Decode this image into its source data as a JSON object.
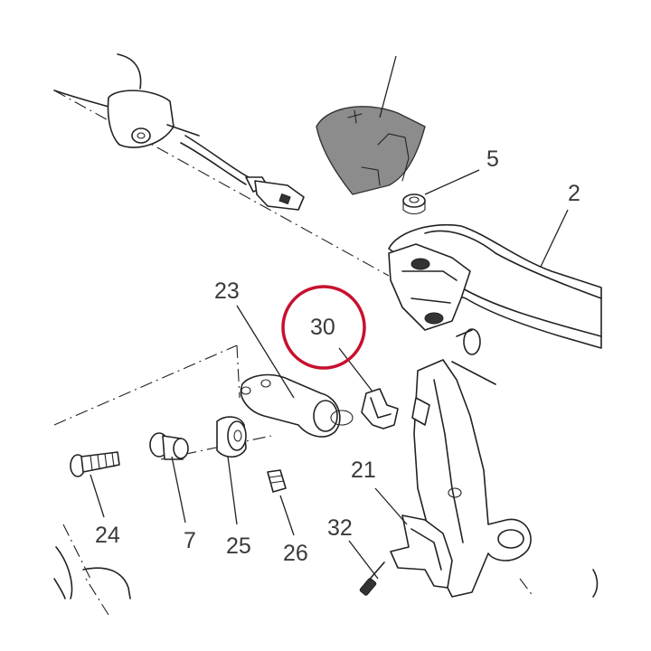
{
  "diagram": {
    "highlight_color": "#c8102e",
    "cover_color": "#8c8c8c",
    "labels": {
      "p2": "2",
      "p5": "5",
      "p23": "23",
      "p30": "30",
      "p21": "21",
      "p32": "32",
      "p24": "24",
      "p7": "7",
      "p25": "25",
      "p26": "26"
    }
  }
}
